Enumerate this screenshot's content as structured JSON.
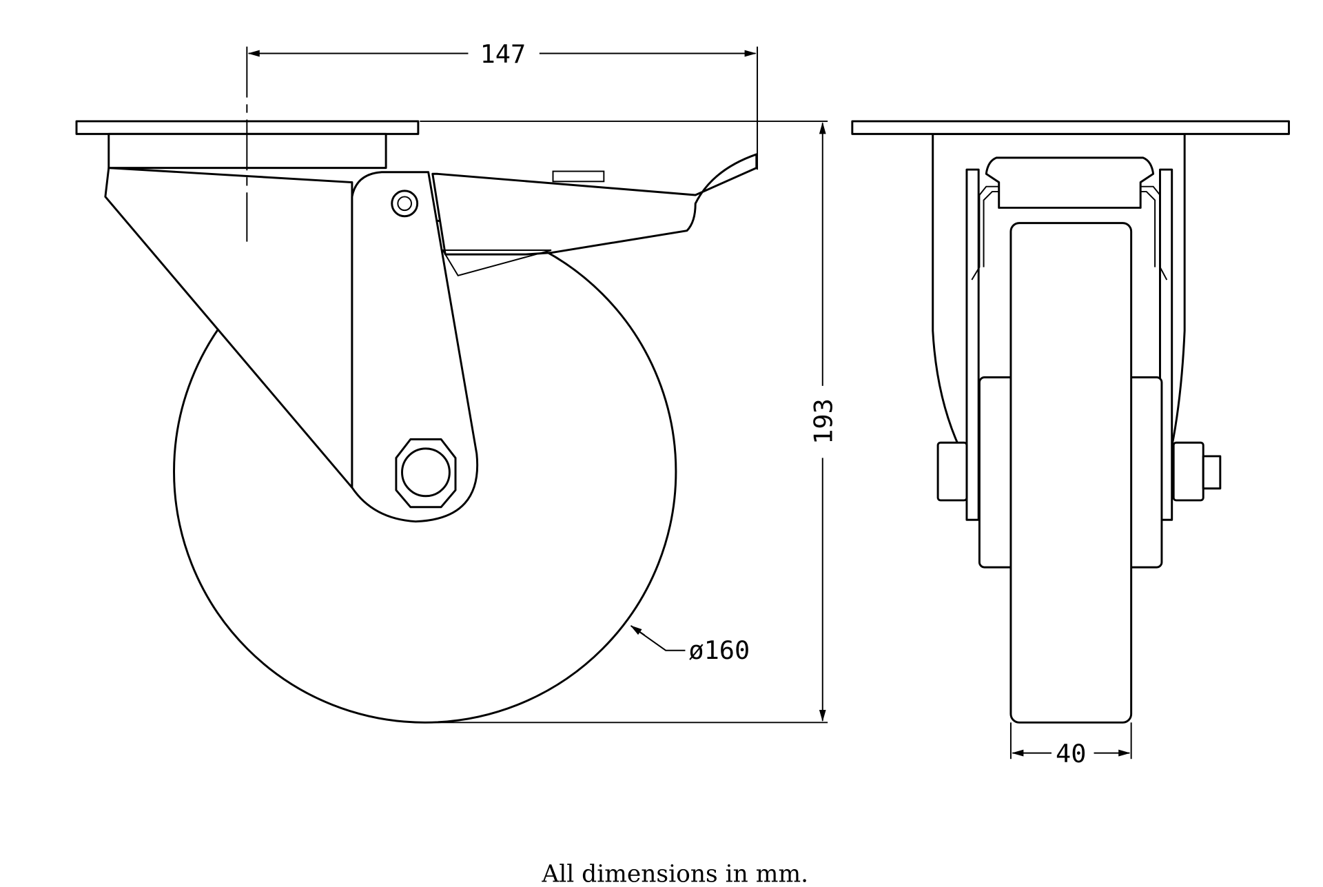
{
  "drawing": {
    "title": "Swivel castor with brake - technical drawing",
    "dimensions": {
      "plate_hole_span": "147",
      "overall_height": "193",
      "wheel_diameter": "ø160",
      "wheel_width": "40"
    },
    "caption": "All dimensions in mm."
  }
}
